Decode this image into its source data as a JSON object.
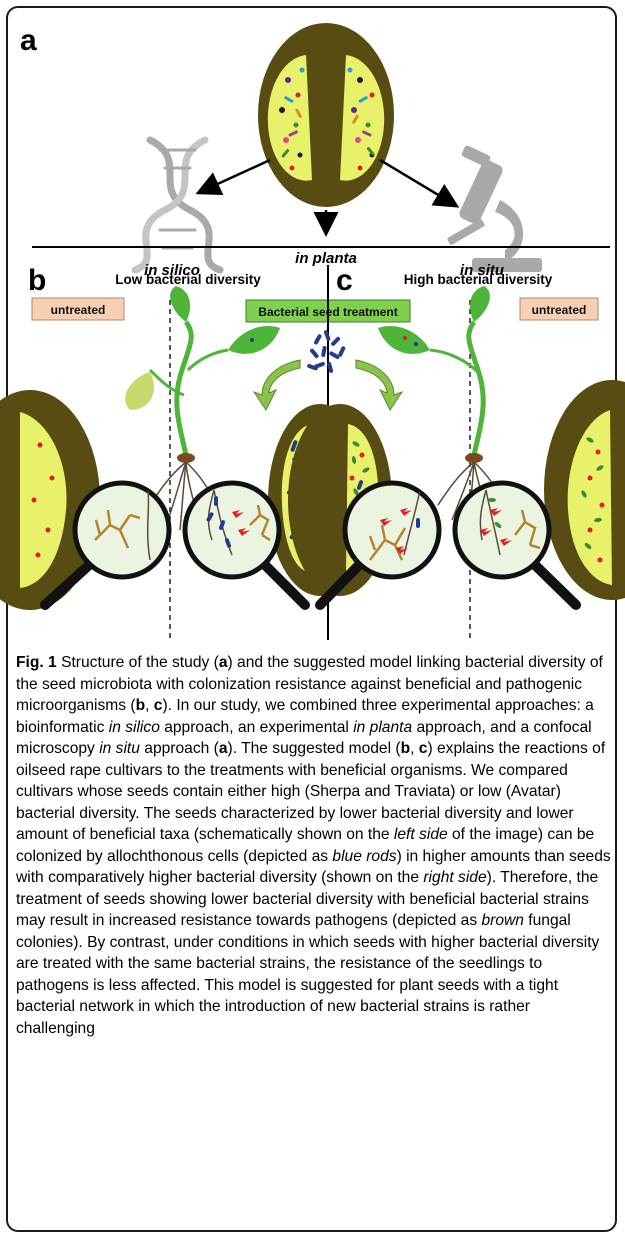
{
  "panels": {
    "a": "a",
    "b": "b",
    "c": "c"
  },
  "methods": {
    "in_silico": "in silico",
    "in_planta": "in planta",
    "in_situ": "in situ"
  },
  "headers": {
    "low": "Low bacterial diversity",
    "high": "High bacterial diversity"
  },
  "boxes": {
    "untreated_left": "untreated",
    "untreated_right": "untreated",
    "treatment": "Bacterial seed treatment"
  },
  "colors": {
    "seed_coat": "#574d12",
    "seed_inner": "#e9f16a",
    "leaf": "#4fb43a",
    "blue_rod": "#243a8c",
    "fungal": "#b4852f",
    "box_orange": "#f7d0b4",
    "box_green": "#7fd04e"
  },
  "caption": {
    "label": "Fig. 1",
    "t1": " Structure of the study (",
    "a1": "a",
    "t2": ") and the suggested model linking bacterial diversity of the seed microbiota with colonization resistance against beneficial and pathogenic microorganisms (",
    "b1": "b",
    "t3": ", ",
    "c1": "c",
    "t4": "). In our study, we combined three experimental approaches: a bioinformatic ",
    "i1": "in silico",
    "t5": " approach, an experimental ",
    "i2": "in planta",
    "t6": " approach, and a confocal microscopy ",
    "i3": "in situ",
    "t7": " approach (",
    "a2": "a",
    "t8": "). The suggested model (",
    "b2": "b",
    "t9": ", ",
    "c2": "c",
    "t10": ") explains the reactions of oilseed rape cultivars to the treatments with beneficial organisms. We compared cultivars whose seeds contain either high (Sherpa and Traviata) or low (Avatar) bacterial diversity. The seeds characterized by lower bacterial diversity and lower amount of beneficial taxa (schematically shown on the ",
    "i4": "left side",
    "t11": " of the image) can be colonized by allochthonous cells (depicted as ",
    "i5": "blue rods",
    "t12": ") in higher amounts than seeds with comparatively higher bacterial diversity (shown on the ",
    "i6": "right side",
    "t13": "). Therefore, the treatment of seeds showing lower bacterial diversity with beneficial bacterial strains may result in increased resistance towards pathogens (depicted as ",
    "i7": "brown",
    "t14": " fungal colonies). By contrast, under conditions in which seeds with higher bacterial diversity are treated with the same bacterial strains, the resistance of the seedlings to pathogens is less affected. This model is suggested for plant seeds with a tight bacterial network in which the introduction of new bacterial strains is rather challenging"
  }
}
